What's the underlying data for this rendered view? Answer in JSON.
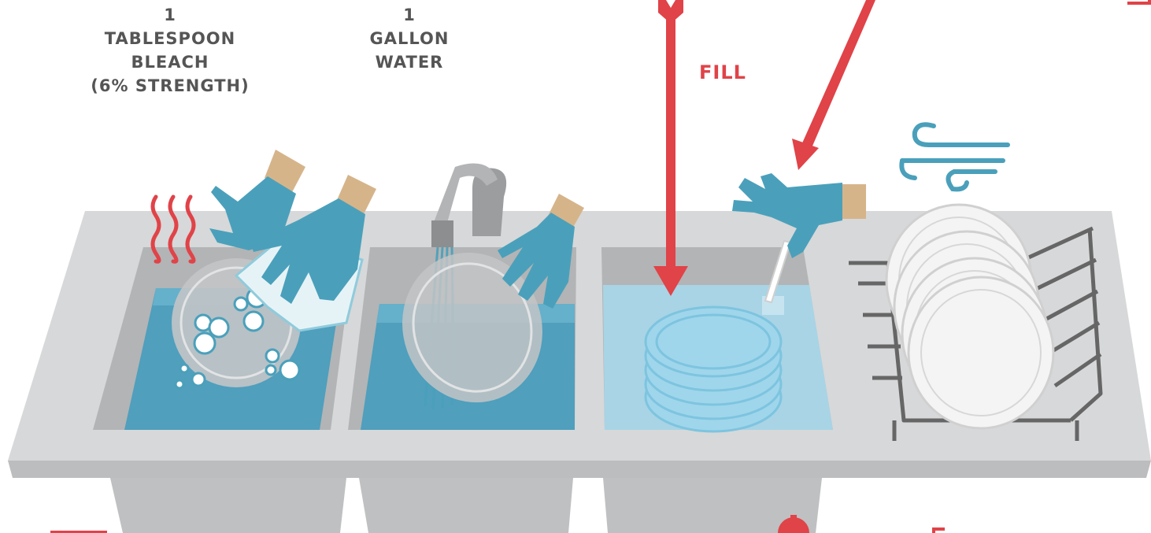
{
  "labels": {
    "bleach": {
      "amount": "1",
      "line1": "TABLESPOON",
      "line2": "BLEACH",
      "line3": "(6% STRENGTH)"
    },
    "water": {
      "amount": "1",
      "line1": "GALLON",
      "line2": "WATER"
    },
    "fill": "FILL"
  },
  "colors": {
    "sink": "#c9cacb",
    "sink_light": "#dddedf",
    "water": "#4f9fbd",
    "water_light": "#a8d4e6",
    "glove": "#4aa0bb",
    "skin": "#d6b48a",
    "accent_red": "#e04348",
    "rack": "#666666",
    "plate": "#f4f4f4"
  },
  "icons": [
    "heat-waves-icon",
    "faucet-icon",
    "arrow-down-icon",
    "wind-icon",
    "dish-rack-icon",
    "thermometer-icon"
  ]
}
